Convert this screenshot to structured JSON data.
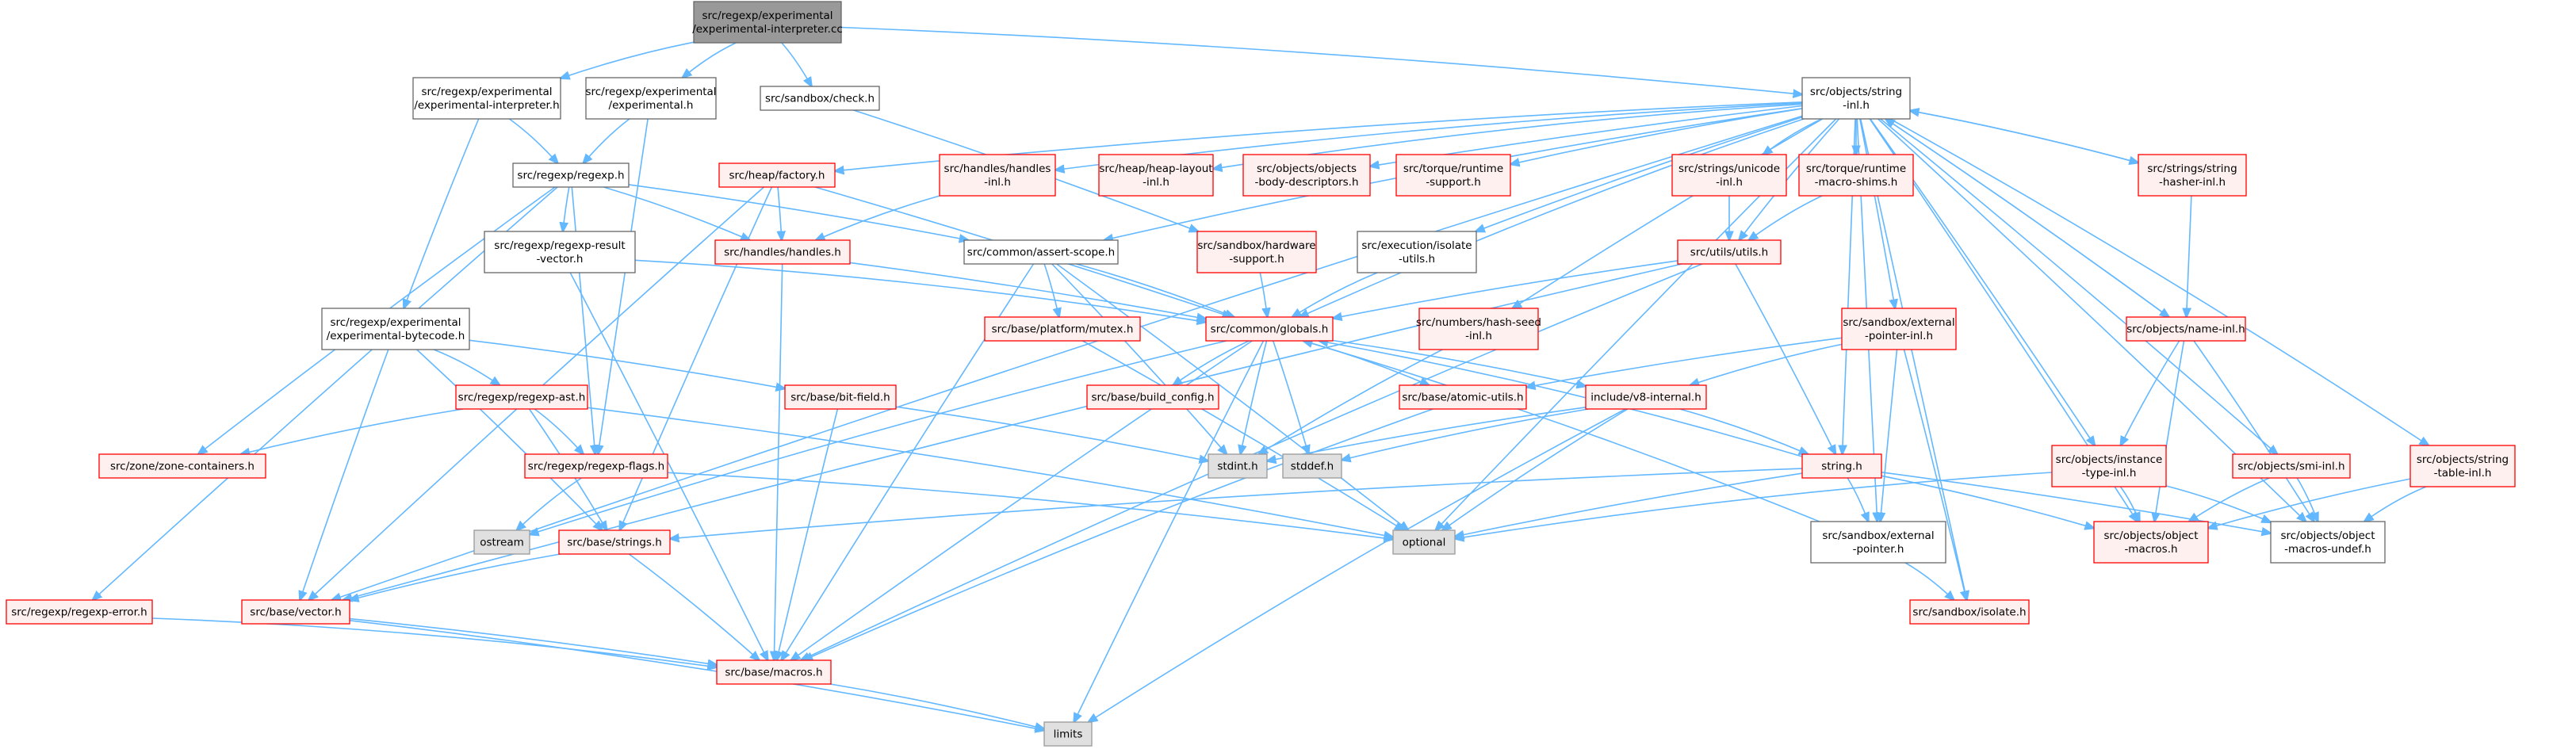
{
  "diagram": {
    "title": "",
    "colors": {
      "edge": "#63b8ff",
      "root_fill": "#999999",
      "root_stroke": "#666666",
      "normal_stroke": "#666666",
      "missing_stroke": "#ff0000",
      "missing_fill": "#fff0f0",
      "system_fill": "#e0e0e0",
      "system_stroke": "#999999"
    },
    "nodes": [
      {
        "id": "root",
        "kind": "root",
        "lines": [
          "src/regexp/experimental",
          "/experimental-interpreter.cc"
        ]
      },
      {
        "id": "exp_interp_h",
        "kind": "normal",
        "lines": [
          "src/regexp/experimental",
          "/experimental-interpreter.h"
        ]
      },
      {
        "id": "exp_h",
        "kind": "normal",
        "lines": [
          "src/regexp/experimental",
          "/experimental.h"
        ]
      },
      {
        "id": "sandbox_check",
        "kind": "normal",
        "lines": [
          "src/sandbox/check.h"
        ]
      },
      {
        "id": "string_inl",
        "kind": "normal",
        "lines": [
          "src/objects/string",
          "-inl.h"
        ]
      },
      {
        "id": "regexp_h",
        "kind": "normal",
        "lines": [
          "src/regexp/regexp.h"
        ]
      },
      {
        "id": "heap_factory",
        "kind": "missing",
        "lines": [
          "src/heap/factory.h"
        ]
      },
      {
        "id": "handles_inl",
        "kind": "missing",
        "lines": [
          "src/handles/handles",
          "-inl.h"
        ]
      },
      {
        "id": "heap_layout",
        "kind": "missing",
        "lines": [
          "src/heap/heap-layout",
          "-inl.h"
        ]
      },
      {
        "id": "obj_body",
        "kind": "missing",
        "lines": [
          "src/objects/objects",
          "-body-descriptors.h"
        ]
      },
      {
        "id": "torque_support",
        "kind": "missing",
        "lines": [
          "src/torque/runtime",
          "-support.h"
        ]
      },
      {
        "id": "unicode_inl",
        "kind": "missing",
        "lines": [
          "src/strings/unicode",
          "-inl.h"
        ]
      },
      {
        "id": "torque_shims",
        "kind": "missing",
        "lines": [
          "src/torque/runtime",
          "-macro-shims.h"
        ]
      },
      {
        "id": "hasher_inl",
        "kind": "missing",
        "lines": [
          "src/strings/string",
          "-hasher-inl.h"
        ]
      },
      {
        "id": "regexp_result",
        "kind": "normal",
        "lines": [
          "src/regexp/regexp-result",
          "-vector.h"
        ]
      },
      {
        "id": "handles_h",
        "kind": "missing",
        "lines": [
          "src/handles/handles.h"
        ]
      },
      {
        "id": "assert_scope",
        "kind": "normal",
        "lines": [
          "src/common/assert-scope.h"
        ]
      },
      {
        "id": "hw_support",
        "kind": "missing",
        "lines": [
          "src/sandbox/hardware",
          "-support.h"
        ]
      },
      {
        "id": "isolate_utils",
        "kind": "normal",
        "lines": [
          "src/execution/isolate",
          "-utils.h"
        ]
      },
      {
        "id": "utils_h",
        "kind": "missing",
        "lines": [
          "src/utils/utils.h"
        ]
      },
      {
        "id": "exp_bytecode",
        "kind": "normal",
        "lines": [
          "src/regexp/experimental",
          "/experimental-bytecode.h"
        ]
      },
      {
        "id": "platform_mutex",
        "kind": "missing",
        "lines": [
          "src/base/platform/mutex.h"
        ]
      },
      {
        "id": "globals_h",
        "kind": "missing",
        "lines": [
          "src/common/globals.h"
        ]
      },
      {
        "id": "hash_seed",
        "kind": "missing",
        "lines": [
          "src/numbers/hash-seed",
          "-inl.h"
        ]
      },
      {
        "id": "ext_ptr_inl",
        "kind": "missing",
        "lines": [
          "src/sandbox/external",
          "-pointer-inl.h"
        ]
      },
      {
        "id": "name_inl",
        "kind": "missing",
        "lines": [
          "src/objects/name-inl.h"
        ]
      },
      {
        "id": "regexp_ast",
        "kind": "missing",
        "lines": [
          "src/regexp/regexp-ast.h"
        ]
      },
      {
        "id": "bit_field",
        "kind": "missing",
        "lines": [
          "src/base/bit-field.h"
        ]
      },
      {
        "id": "build_config",
        "kind": "missing",
        "lines": [
          "src/base/build_config.h"
        ]
      },
      {
        "id": "atomic_utils",
        "kind": "missing",
        "lines": [
          "src/base/atomic-utils.h"
        ]
      },
      {
        "id": "v8_internal",
        "kind": "missing",
        "lines": [
          "include/v8-internal.h"
        ]
      },
      {
        "id": "zone_containers",
        "kind": "missing",
        "lines": [
          "src/zone/zone-containers.h"
        ]
      },
      {
        "id": "regexp_flags",
        "kind": "missing",
        "lines": [
          "src/regexp/regexp-flags.h"
        ]
      },
      {
        "id": "stdint",
        "kind": "system",
        "lines": [
          "stdint.h"
        ]
      },
      {
        "id": "stddef",
        "kind": "system",
        "lines": [
          "stddef.h"
        ]
      },
      {
        "id": "string_h",
        "kind": "missing",
        "lines": [
          "string.h"
        ]
      },
      {
        "id": "instance_type",
        "kind": "missing",
        "lines": [
          "src/objects/instance",
          "-type-inl.h"
        ]
      },
      {
        "id": "smi_inl",
        "kind": "missing",
        "lines": [
          "src/objects/smi-inl.h"
        ]
      },
      {
        "id": "string_table",
        "kind": "missing",
        "lines": [
          "src/objects/string",
          "-table-inl.h"
        ]
      },
      {
        "id": "ostream",
        "kind": "system",
        "lines": [
          "ostream"
        ]
      },
      {
        "id": "base_strings",
        "kind": "missing",
        "lines": [
          "src/base/strings.h"
        ]
      },
      {
        "id": "optional",
        "kind": "system",
        "lines": [
          "optional"
        ]
      },
      {
        "id": "ext_ptr",
        "kind": "normal",
        "lines": [
          "src/sandbox/external",
          "-pointer.h"
        ]
      },
      {
        "id": "obj_macros",
        "kind": "missing",
        "lines": [
          "src/objects/object",
          "-macros.h"
        ]
      },
      {
        "id": "obj_macros_undef",
        "kind": "normal",
        "lines": [
          "src/objects/object",
          "-macros-undef.h"
        ]
      },
      {
        "id": "regexp_error",
        "kind": "missing",
        "lines": [
          "src/regexp/regexp-error.h"
        ]
      },
      {
        "id": "base_vector",
        "kind": "missing",
        "lines": [
          "src/base/vector.h"
        ]
      },
      {
        "id": "sandbox_isolate",
        "kind": "missing",
        "lines": [
          "src/sandbox/isolate.h"
        ]
      },
      {
        "id": "base_macros",
        "kind": "missing",
        "lines": [
          "src/base/macros.h"
        ]
      },
      {
        "id": "limits",
        "kind": "system",
        "lines": [
          "limits"
        ]
      }
    ],
    "edges": [
      [
        "root",
        "exp_interp_h"
      ],
      [
        "root",
        "exp_h"
      ],
      [
        "root",
        "sandbox_check"
      ],
      [
        "root",
        "string_inl"
      ],
      [
        "exp_interp_h",
        "regexp_h"
      ],
      [
        "exp_interp_h",
        "exp_bytecode"
      ],
      [
        "exp_h",
        "regexp_h"
      ],
      [
        "exp_h",
        "regexp_flags"
      ],
      [
        "sandbox_check",
        "hw_support"
      ],
      [
        "regexp_h",
        "handles_h"
      ],
      [
        "regexp_h",
        "regexp_result"
      ],
      [
        "regexp_h",
        "assert_scope"
      ],
      [
        "regexp_h",
        "zone_containers"
      ],
      [
        "regexp_h",
        "regexp_flags"
      ],
      [
        "regexp_h",
        "regexp_error"
      ],
      [
        "heap_factory",
        "handles_h"
      ],
      [
        "heap_factory",
        "base_strings"
      ],
      [
        "heap_factory",
        "globals_h"
      ],
      [
        "heap_factory",
        "base_vector"
      ],
      [
        "handles_inl",
        "handles_h"
      ],
      [
        "handles_h",
        "globals_h"
      ],
      [
        "handles_h",
        "base_macros"
      ],
      [
        "regexp_result",
        "globals_h"
      ],
      [
        "regexp_result",
        "base_macros"
      ],
      [
        "assert_scope",
        "platform_mutex"
      ],
      [
        "assert_scope",
        "globals_h"
      ],
      [
        "assert_scope",
        "base_macros"
      ],
      [
        "assert_scope",
        "optional"
      ],
      [
        "assert_scope",
        "stdint"
      ],
      [
        "hw_support",
        "globals_h"
      ],
      [
        "isolate_utils",
        "globals_h"
      ],
      [
        "unicode_inl",
        "utils_h"
      ],
      [
        "torque_shims",
        "utils_h"
      ],
      [
        "utils_h",
        "globals_h"
      ],
      [
        "utils_h",
        "string_h"
      ],
      [
        "utils_h",
        "base_macros"
      ],
      [
        "utils_h",
        "base_vector"
      ],
      [
        "exp_bytecode",
        "regexp_ast"
      ],
      [
        "exp_bytecode",
        "bit_field"
      ],
      [
        "exp_bytecode",
        "base_strings"
      ],
      [
        "exp_bytecode",
        "base_vector"
      ],
      [
        "platform_mutex",
        "optional"
      ],
      [
        "globals_h",
        "build_config"
      ],
      [
        "globals_h",
        "atomic_utils"
      ],
      [
        "globals_h",
        "v8_internal"
      ],
      [
        "globals_h",
        "stdint"
      ],
      [
        "globals_h",
        "stddef"
      ],
      [
        "globals_h",
        "ostream"
      ],
      [
        "globals_h",
        "limits"
      ],
      [
        "globals_h",
        "base_macros"
      ],
      [
        "hash_seed",
        "stdint"
      ],
      [
        "ext_ptr_inl",
        "v8_internal"
      ],
      [
        "ext_ptr_inl",
        "atomic_utils"
      ],
      [
        "ext_ptr_inl",
        "ext_ptr"
      ],
      [
        "ext_ptr_inl",
        "sandbox_isolate"
      ],
      [
        "regexp_ast",
        "zone_containers"
      ],
      [
        "regexp_ast",
        "regexp_flags"
      ],
      [
        "regexp_ast",
        "base_strings"
      ],
      [
        "regexp_ast",
        "optional"
      ],
      [
        "bit_field",
        "stdint"
      ],
      [
        "bit_field",
        "base_macros"
      ],
      [
        "atomic_utils",
        "base_macros"
      ],
      [
        "v8_internal",
        "stdint"
      ],
      [
        "v8_internal",
        "stddef"
      ],
      [
        "v8_internal",
        "string_h"
      ],
      [
        "v8_internal",
        "optional"
      ],
      [
        "v8_internal",
        "limits"
      ],
      [
        "regexp_flags",
        "optional"
      ],
      [
        "regexp_flags",
        "ostream"
      ],
      [
        "string_h",
        "globals_h"
      ],
      [
        "string_h",
        "base_strings"
      ],
      [
        "string_h",
        "optional"
      ],
      [
        "string_h",
        "ext_ptr"
      ],
      [
        "string_h",
        "obj_macros"
      ],
      [
        "string_h",
        "obj_macros_undef"
      ],
      [
        "ext_ptr",
        "globals_h"
      ],
      [
        "ext_ptr",
        "sandbox_isolate"
      ],
      [
        "base_strings",
        "base_macros"
      ],
      [
        "base_strings",
        "base_vector"
      ],
      [
        "base_vector",
        "base_macros"
      ],
      [
        "base_vector",
        "limits"
      ],
      [
        "regexp_error",
        "base_macros"
      ],
      [
        "base_macros",
        "limits"
      ],
      [
        "name_inl",
        "instance_type"
      ],
      [
        "name_inl",
        "obj_macros"
      ],
      [
        "name_inl",
        "obj_macros_undef"
      ],
      [
        "hasher_inl",
        "name_inl"
      ],
      [
        "instance_type",
        "obj_macros"
      ],
      [
        "instance_type",
        "obj_macros_undef"
      ],
      [
        "instance_type",
        "optional"
      ],
      [
        "smi_inl",
        "obj_macros"
      ],
      [
        "smi_inl",
        "obj_macros_undef"
      ],
      [
        "string_table",
        "obj_macros"
      ],
      [
        "string_table",
        "obj_macros_undef"
      ],
      [
        "string_inl",
        "heap_factory"
      ],
      [
        "string_inl",
        "handles_inl"
      ],
      [
        "string_inl",
        "heap_layout"
      ],
      [
        "string_inl",
        "obj_body"
      ],
      [
        "string_inl",
        "torque_support"
      ],
      [
        "string_inl",
        "unicode_inl"
      ],
      [
        "string_inl",
        "torque_shims"
      ],
      [
        "string_inl",
        "hasher_inl"
      ],
      [
        "string_inl",
        "assert_scope"
      ],
      [
        "string_inl",
        "isolate_utils"
      ],
      [
        "string_inl",
        "utils_h"
      ],
      [
        "string_inl",
        "globals_h"
      ],
      [
        "string_inl",
        "hash_seed"
      ],
      [
        "string_inl",
        "ext_ptr_inl"
      ],
      [
        "string_inl",
        "name_inl"
      ],
      [
        "string_inl",
        "string_h"
      ],
      [
        "string_inl",
        "instance_type"
      ],
      [
        "string_inl",
        "smi_inl"
      ],
      [
        "string_inl",
        "string_table"
      ],
      [
        "string_inl",
        "optional"
      ],
      [
        "string_inl",
        "ext_ptr"
      ],
      [
        "string_inl",
        "obj_macros"
      ],
      [
        "string_inl",
        "obj_macros_undef"
      ],
      [
        "string_inl",
        "sandbox_isolate"
      ],
      [
        "string_inl",
        "base_vector"
      ],
      [
        "hasher_inl",
        "string_inl"
      ],
      [
        "name_inl",
        "string_inl"
      ]
    ]
  }
}
